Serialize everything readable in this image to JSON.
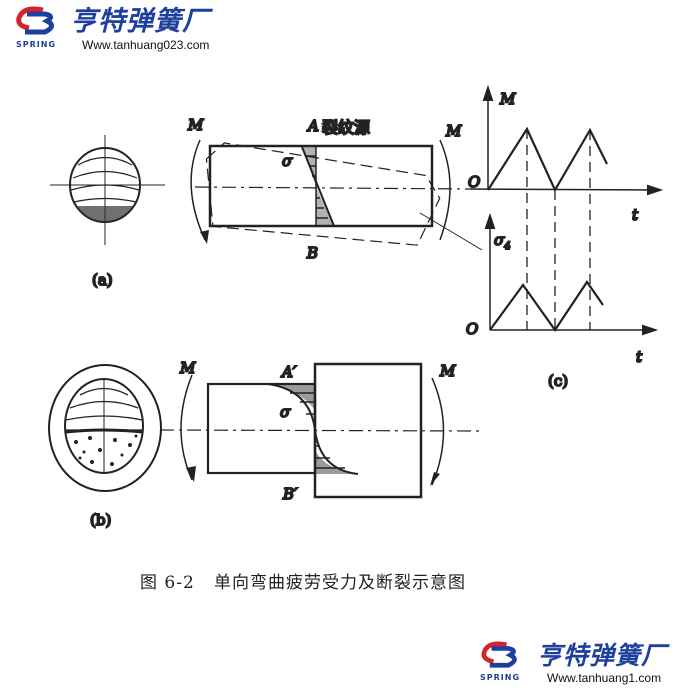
{
  "logo_top": {
    "mark": "SPRING",
    "brand": "亨特弹簧厂",
    "url": "Www.tanhuang023.com"
  },
  "logo_bottom": {
    "mark": "SPRING",
    "brand": "亨特弹簧厂",
    "url": "Www.tanhuang1.com"
  },
  "figure": {
    "panel_a": {
      "label": "(a)",
      "moment_left": "M",
      "moment_right": "M",
      "point_a": "A",
      "crack_source": "裂纹源",
      "sigma": "σ",
      "point_b": "B"
    },
    "panel_b": {
      "label": "(b)",
      "moment_left": "M",
      "moment_right": "M",
      "point_a": "A′",
      "sigma": "σ",
      "point_b": "B′"
    },
    "panel_c": {
      "label": "(c)",
      "top_y_axis": "M",
      "top_origin": "O",
      "top_x_axis": "t",
      "bottom_y_axis": "σ",
      "bottom_y_sub": "4",
      "bottom_origin": "O",
      "bottom_x_axis": "t"
    },
    "caption": "图 6-2   单向弯曲疲劳受力及断裂示意图"
  },
  "colors": {
    "brand_blue": "#1f3f9e",
    "brand_red": "#d4232a",
    "line": "#222222"
  }
}
